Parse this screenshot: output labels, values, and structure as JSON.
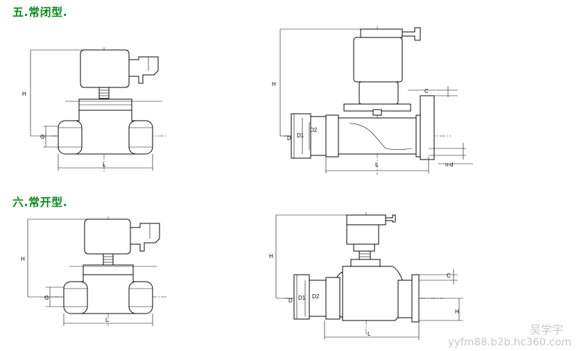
{
  "headings": {
    "normally_closed": "五.常闭型.",
    "normally_open": "六.常开型."
  },
  "dimension_labels": {
    "H": "H",
    "L": "L",
    "G": "G",
    "D": "D",
    "D1": "D1",
    "D2": "D2",
    "C": "C",
    "n_d": "n-d"
  },
  "watermark": {
    "name": "吴学宇",
    "site": "yyfm88.b2b.hc360.com"
  },
  "colors": {
    "heading": "#0a8a1a",
    "line": "#000000",
    "watermark": "#c8c8c8"
  }
}
